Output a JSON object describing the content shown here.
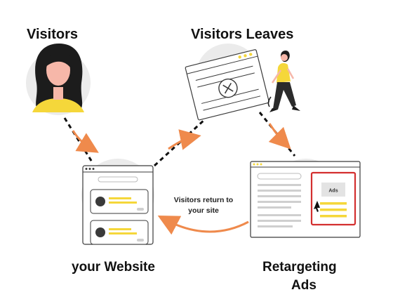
{
  "nodes": {
    "visitors": {
      "label": "Visitors"
    },
    "visitors_leaves": {
      "label": "Visitors Leaves"
    },
    "website": {
      "label": "your Website"
    },
    "retargeting": {
      "label_line1": "Retargeting",
      "label_line2": "Ads"
    }
  },
  "edges": {
    "return": {
      "label_line1": "Visitors return to",
      "label_line2": "your site"
    }
  },
  "ad_box": {
    "label": "Ads"
  },
  "colors": {
    "accent_yellow": "#f5d73a",
    "arrow_orange": "#ef8a4c",
    "ad_border": "#d32f2f",
    "skin": "#f6b7a9",
    "hair": "#1c1c1c",
    "circle_bg": "#ebebeb",
    "outline": "#3a3a3a",
    "line_gray": "#cfcfcf"
  }
}
